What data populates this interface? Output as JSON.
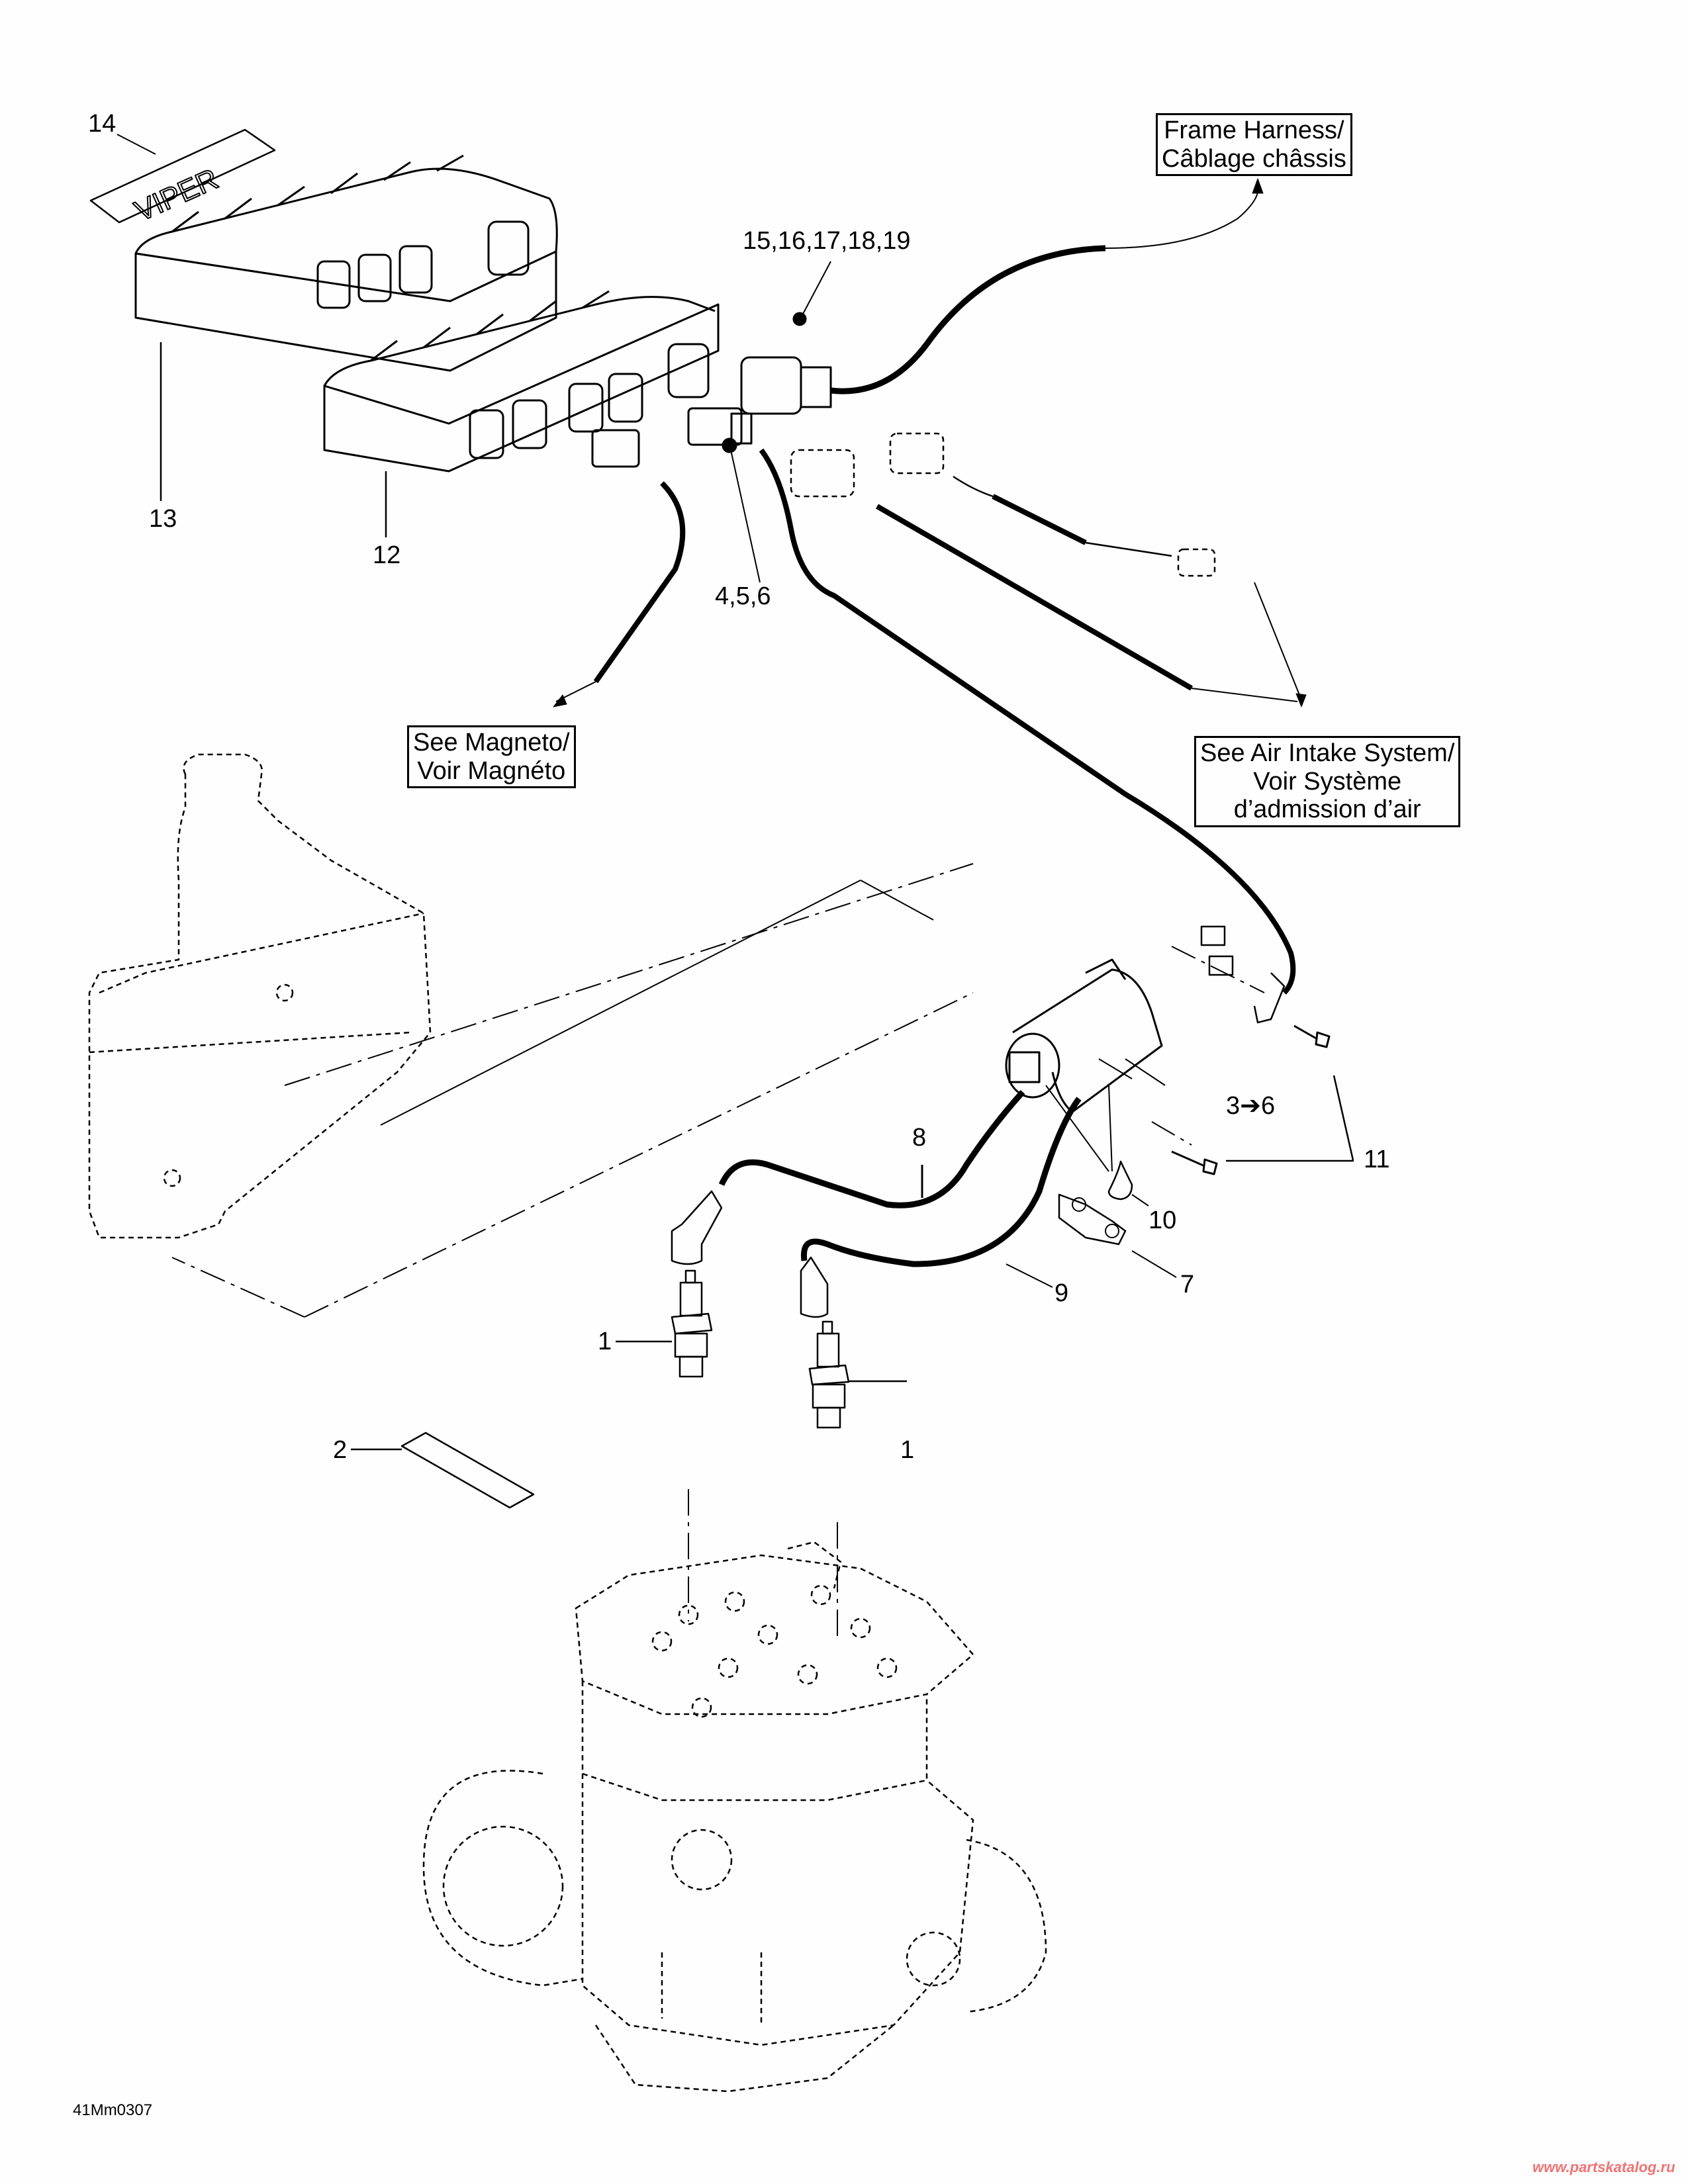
{
  "diagram": {
    "type": "exploded-parts-diagram",
    "subject": "Ignition system: ECM modules, ignition coil, high-tension wires, spark plugs, engine",
    "figure_code": "41Mm0307",
    "watermark": "www.partskatalog.ru",
    "watermark_color": "#f07373",
    "references": {
      "frame_harness": [
        "Frame Harness/",
        "Câblage châssis"
      ],
      "magneto": [
        "See Magneto/",
        "Voir Magnéto"
      ],
      "air_intake": [
        "See Air Intake System/",
        "Voir Système",
        "d’admission d’air"
      ]
    },
    "callouts": [
      {
        "id": "c14",
        "label": "14",
        "part": "decal"
      },
      {
        "id": "c13",
        "label": "13",
        "part": "ecm-module-upper"
      },
      {
        "id": "c12",
        "label": "12",
        "part": "ecm-module-lower"
      },
      {
        "id": "c15",
        "label": "15,16,17,18,19",
        "part": "harness-connector"
      },
      {
        "id": "c456",
        "label": "4,5,6",
        "part": "coil-connector"
      },
      {
        "id": "c8",
        "label": "8",
        "part": "high-tension-wire-1"
      },
      {
        "id": "c36",
        "label": "3➔6",
        "part": "ignition-coil"
      },
      {
        "id": "c11",
        "label": "11",
        "part": "screws"
      },
      {
        "id": "c10",
        "label": "10",
        "part": "threadlocker"
      },
      {
        "id": "c9",
        "label": "9",
        "part": "high-tension-wire-2"
      },
      {
        "id": "c7",
        "label": "7",
        "part": "wire-clip"
      },
      {
        "id": "c1a",
        "label": "1",
        "part": "spark-plug"
      },
      {
        "id": "c1b",
        "label": "1",
        "part": "spark-plug"
      },
      {
        "id": "c2",
        "label": "2",
        "part": "label"
      }
    ]
  }
}
